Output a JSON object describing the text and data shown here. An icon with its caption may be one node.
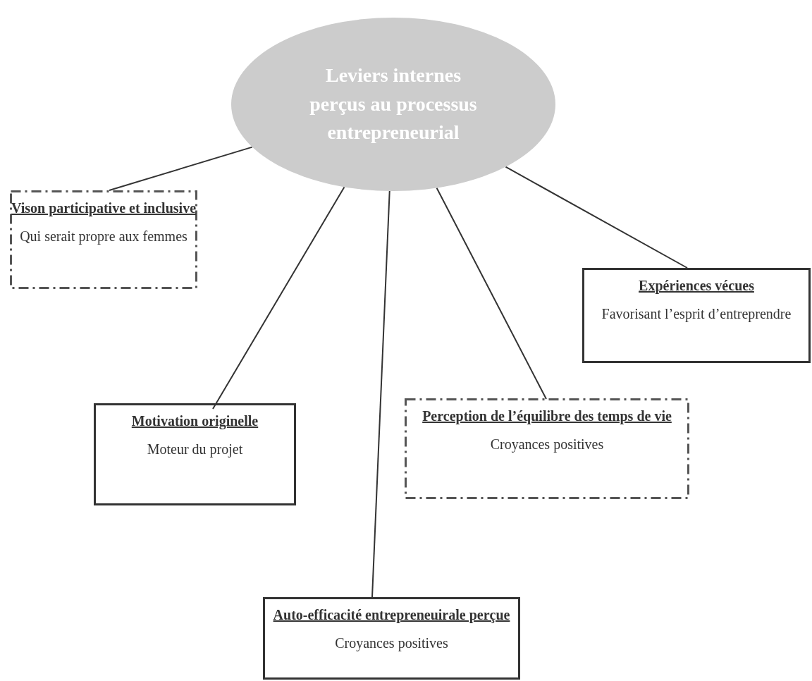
{
  "diagram": {
    "nodes": [
      {
        "text": [
          "Leviers internes perçus au processus entrepreneurial"
        ]
      },
      {
        "text": [
          "Vison participative et inclusive",
          "Qui serait propre aux femmes"
        ]
      },
      {
        "text": [
          "Motivation originelle",
          "Moteur du projet"
        ]
      },
      {
        "text": [
          "Auto-efficacité entrepreneuirale perçue",
          "Croyances positives"
        ]
      },
      {
        "text": [
          "Perception de l’équilibre des temps de vie",
          "Croyances positives"
        ]
      },
      {
        "text": [
          "Expériences vécues",
          "Favorisant l’esprit d’entreprendre"
        ]
      }
    ],
    "edges": [
      {
        "from": 0,
        "to": 1,
        "arrow": "none"
      },
      {
        "from": 0,
        "to": 2,
        "arrow": "none"
      },
      {
        "from": 0,
        "to": 3,
        "arrow": "none"
      },
      {
        "from": 0,
        "to": 4,
        "arrow": "none"
      },
      {
        "from": 0,
        "to": 5,
        "arrow": "none"
      }
    ]
  }
}
